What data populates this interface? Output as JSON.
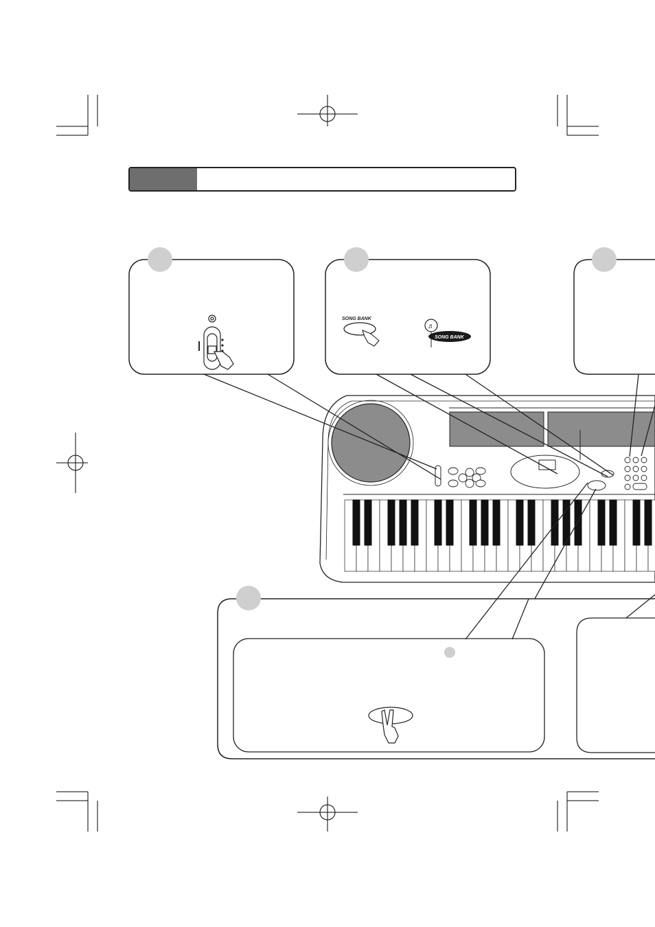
{
  "page": {
    "title": ""
  },
  "button_labels": {
    "song_bank": "SONG BANK",
    "lamp_song_bank": "SONG BANK"
  },
  "icons": [
    "power-switch-icon",
    "song-bank-button-icon",
    "song-bank-lamp-icon",
    "finger-press-icon",
    "two-finger-press-icon",
    "keyboard-instrument-illustration",
    "registration-crosshair-icon"
  ],
  "colors": {
    "tab_gray": "#6e6e6e",
    "step_circle": "#cfcfcf",
    "outline": "#222222",
    "speaker_gray": "#8c8c8c"
  }
}
